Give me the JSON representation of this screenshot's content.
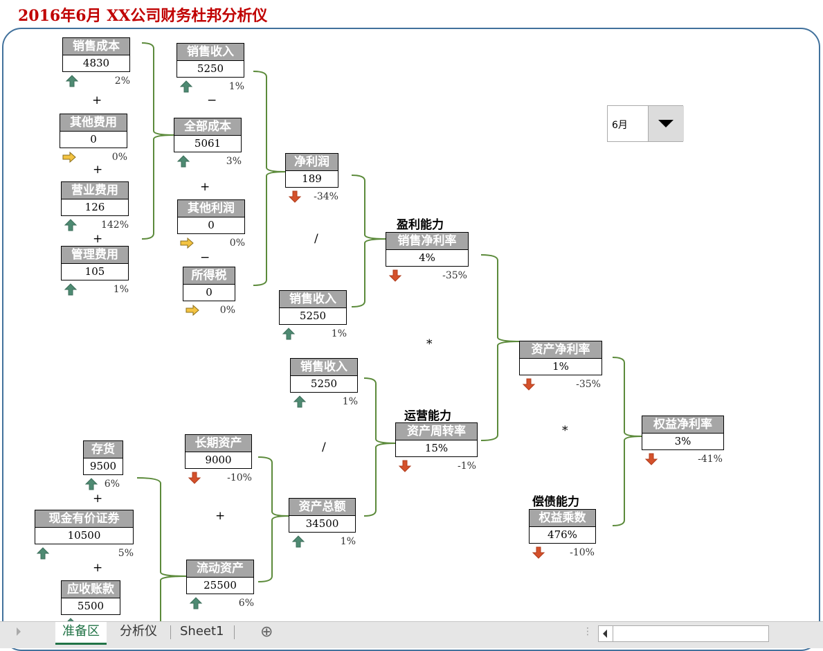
{
  "title": "2016年6月  XX公司财务杜邦分析仪",
  "month_select": {
    "value": "6月"
  },
  "colors": {
    "up": "#4e8a72",
    "down": "#d4512b",
    "flat": "#f3c342",
    "bracket": "#5b8a3a",
    "title": "#c00000"
  },
  "boxes": [
    {
      "label": "销售成本",
      "value": "4830",
      "trend": "up",
      "pct": "2%"
    },
    {
      "label": "其他费用",
      "value": "0",
      "trend": "flat",
      "pct": "0%"
    },
    {
      "label": "营业费用",
      "value": "126",
      "trend": "up",
      "pct": "142%"
    },
    {
      "label": "管理费用",
      "value": "105",
      "trend": "up",
      "pct": "1%"
    },
    {
      "label": "销售收入",
      "value": "5250",
      "trend": "up",
      "pct": "1%"
    },
    {
      "label": "全部成本",
      "value": "5061",
      "trend": "up",
      "pct": "3%"
    },
    {
      "label": "其他利润",
      "value": "0",
      "trend": "flat",
      "pct": "0%"
    },
    {
      "label": "所得税",
      "value": "0",
      "trend": "flat",
      "pct": "0%"
    },
    {
      "label": "净利润",
      "value": "189",
      "trend": "down",
      "pct": "-34%"
    },
    {
      "label": "销售收入",
      "value": "5250",
      "trend": "up",
      "pct": "1%"
    },
    {
      "label": "销售净利率",
      "value": "4%",
      "trend": "down",
      "pct": "-35%"
    },
    {
      "label": "销售收入",
      "value": "5250",
      "trend": "up",
      "pct": "1%"
    },
    {
      "label": "资产周转率",
      "value": "15%",
      "trend": "down",
      "pct": "-1%"
    },
    {
      "label": "资产净利率",
      "value": "1%",
      "trend": "down",
      "pct": "-35%"
    },
    {
      "label": "权益净利率",
      "value": "3%",
      "trend": "down",
      "pct": "-41%"
    },
    {
      "label": "权益乘数",
      "value": "476%",
      "trend": "down",
      "pct": "-10%"
    },
    {
      "label": "长期资产",
      "value": "9000",
      "trend": "down",
      "pct": "-10%"
    },
    {
      "label": "资产总额",
      "value": "34500",
      "trend": "up",
      "pct": "1%"
    },
    {
      "label": "流动资产",
      "value": "25500",
      "trend": "up",
      "pct": "6%"
    },
    {
      "label": "存货",
      "value": "9500",
      "trend": "up",
      "pct": "6%"
    },
    {
      "label": "现金有价证券",
      "value": "10500",
      "trend": "up",
      "pct": "5%"
    },
    {
      "label": "应收账款",
      "value": "5500",
      "trend": "up",
      "pct": ""
    }
  ],
  "captions": {
    "profit": "盈利能力",
    "operation": "运营能力",
    "solvency": "偿债能力"
  },
  "operators": {
    "plus": "+",
    "minus": "−",
    "divide": "/",
    "multiply": "*"
  },
  "tabs": [
    "准备区",
    "分析仪",
    "Sheet1"
  ],
  "add_sheet": "⊕"
}
